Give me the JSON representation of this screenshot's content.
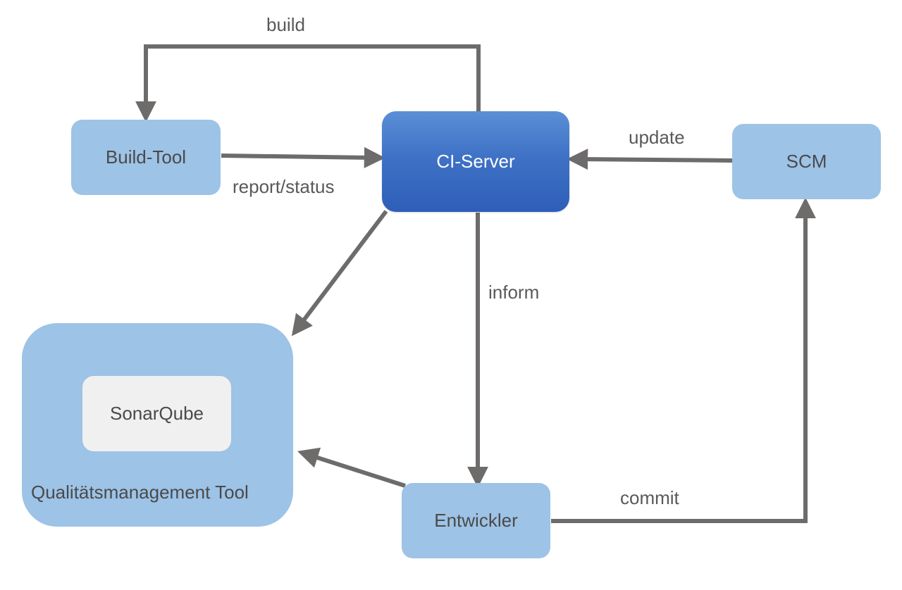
{
  "nodes": {
    "build_tool": "Build-Tool",
    "ci_server": "CI-Server",
    "scm": "SCM",
    "quality_tool": "Qualitätsmanagement Tool",
    "sonarqube": "SonarQube",
    "developer": "Entwickler"
  },
  "edges": {
    "build": "build",
    "report_status": "report/status",
    "update": "update",
    "inform": "inform",
    "commit": "commit"
  },
  "colors": {
    "node_fill": "#9dc3e6",
    "ci_server_fill": "#3f72c6",
    "inner_box_fill": "#f0f0f0",
    "arrow": "#6e6b6b"
  }
}
